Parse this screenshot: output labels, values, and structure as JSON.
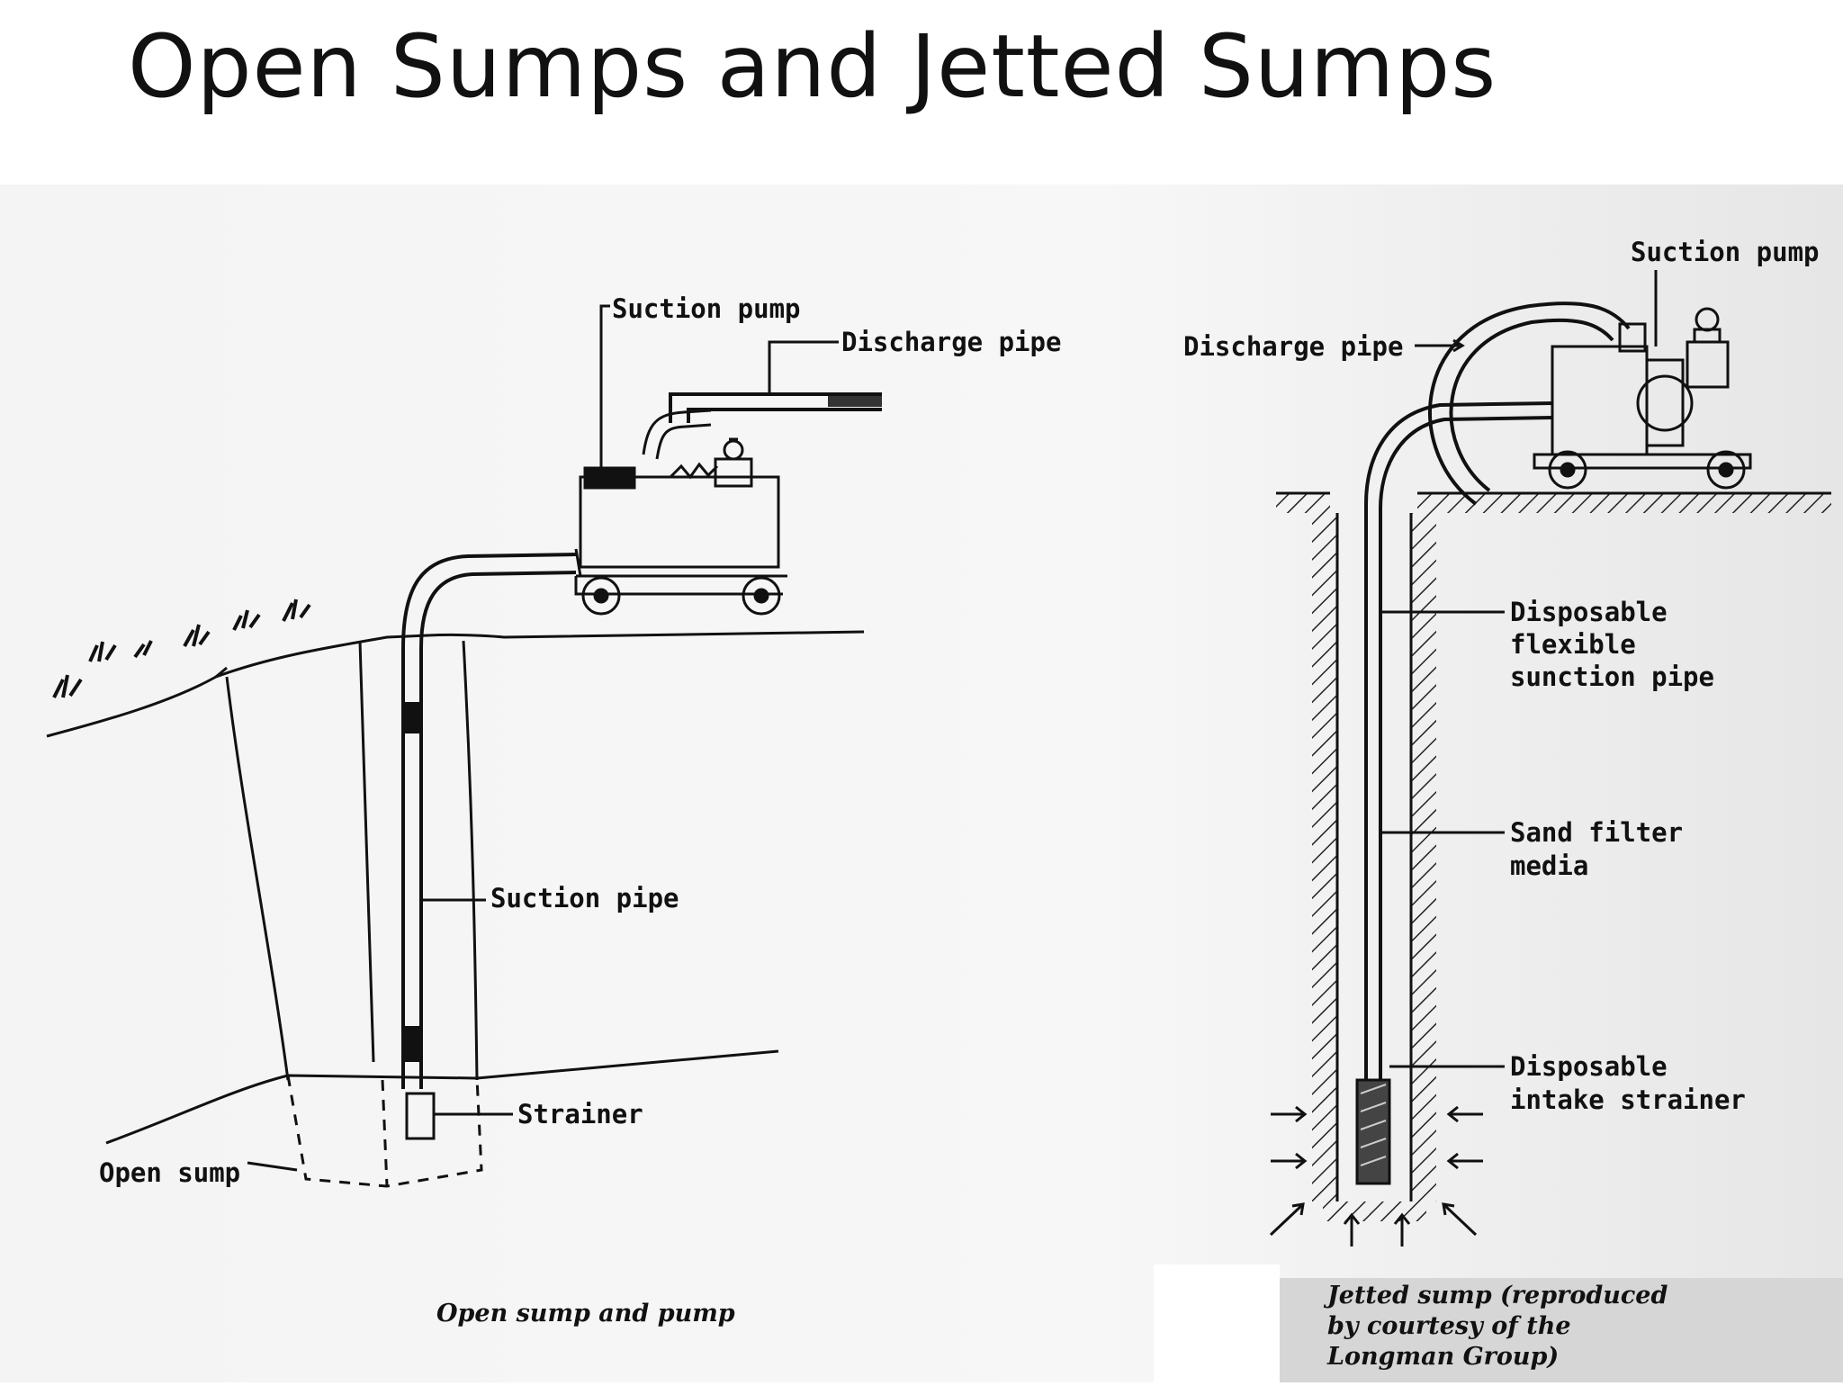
{
  "slide": {
    "title": "Open Sumps and Jetted Sumps"
  },
  "open_sump_diagram": {
    "labels": {
      "suction_pump": "Suction pump",
      "discharge_pipe": "Discharge pipe",
      "suction_pipe": "Suction pipe",
      "strainer": "Strainer",
      "open_sump": "Open sump"
    },
    "caption": "Open sump and pump"
  },
  "jetted_sump_diagram": {
    "labels": {
      "suction_pump": "Suction pump",
      "discharge_pipe": "Discharge pipe",
      "flexible_pipe": [
        "Disposable",
        "flexible",
        "sunction pipe"
      ],
      "sand_filter": [
        "Sand filter",
        "media"
      ],
      "intake_strainer": [
        "Disposable",
        "intake strainer"
      ]
    },
    "caption": [
      "Jetted sump (reproduced",
      "by courtesy of the",
      "Longman Group)"
    ]
  }
}
